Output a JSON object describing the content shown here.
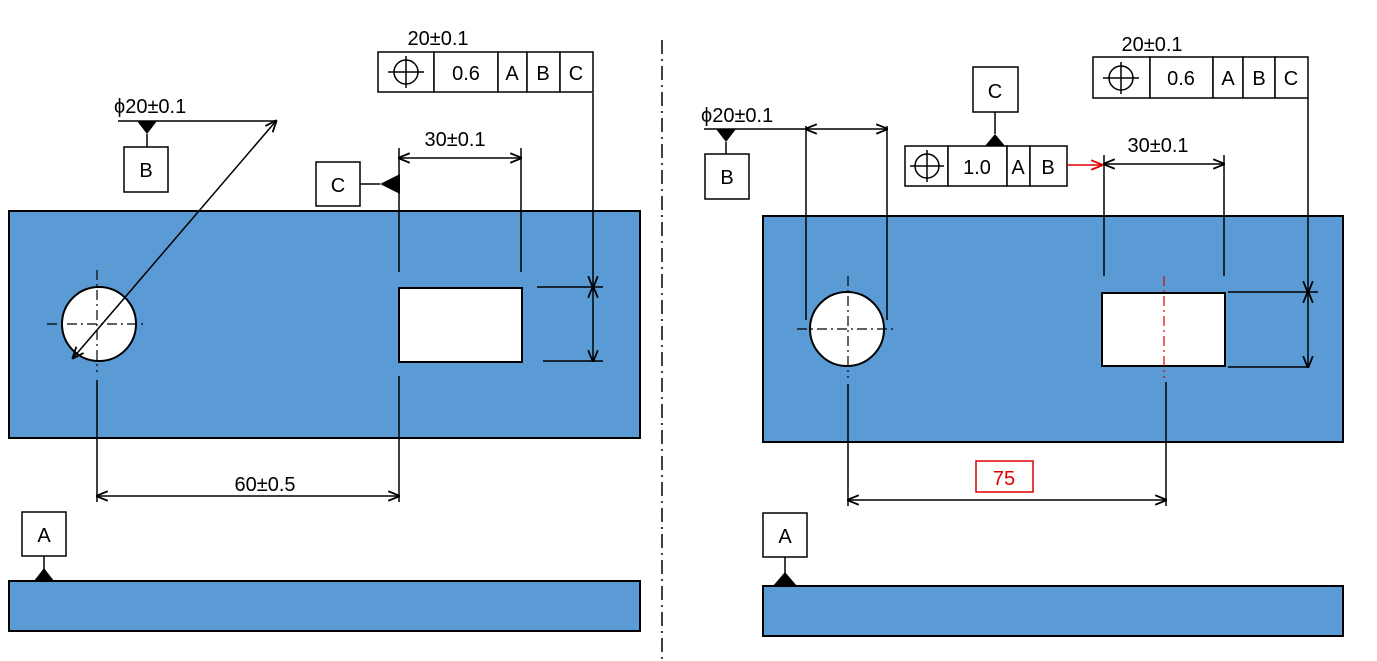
{
  "colors": {
    "part_fill": "#5b9bd5",
    "outline": "#000000",
    "highlight": "#e00000"
  },
  "left_view": {
    "datum_a": "A",
    "datum_b": "B",
    "datum_c": "C",
    "hole_dia": "ϕ20±0.1",
    "slot_width": "30±0.1",
    "slot_height": "20±0.1",
    "position_dim": "60±0.5",
    "fcf": {
      "tolerance": "0.6",
      "ref1": "A",
      "ref2": "B",
      "ref3": "C",
      "symbol": "position-icon"
    }
  },
  "right_view": {
    "datum_a": "A",
    "datum_b": "B",
    "datum_c": "C",
    "hole_dia": "ϕ20±0.1",
    "slot_width": "30±0.1",
    "slot_height": "20±0.1",
    "basic_dim": "75",
    "fcf_slot_height": {
      "tolerance": "0.6",
      "ref1": "A",
      "ref2": "B",
      "ref3": "C",
      "symbol": "position-icon"
    },
    "fcf_slot_width": {
      "tolerance": "1.0",
      "ref1": "A",
      "ref2": "B",
      "symbol": "position-icon"
    }
  }
}
